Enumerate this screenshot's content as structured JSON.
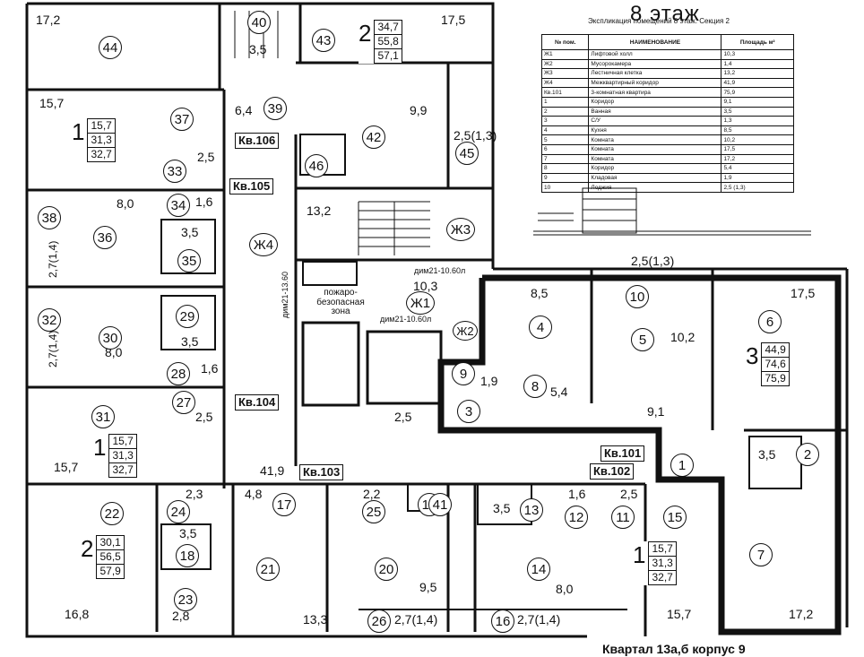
{
  "header": {
    "title": "8 этаж",
    "subtitle": "Экспликация помещений 8 этаж. Секция 2",
    "footer": "Квартал 13а,б корпус 9"
  },
  "legend": {
    "headers": [
      "№ пом.",
      "НАИМЕНОВАНИЕ",
      "Площадь м²"
    ],
    "rows": [
      [
        "Ж1",
        "Лифтовой холл",
        "10,3"
      ],
      [
        "Ж2",
        "Мусорокамера",
        "1,4"
      ],
      [
        "Ж3",
        "Лестничная клетка",
        "13,2"
      ],
      [
        "Ж4",
        "Межквартирный коридор",
        "41,9"
      ],
      [
        "Кв.101",
        "3-комнатная квартира",
        "75,9"
      ],
      [
        "1",
        "Коридор",
        "9,1"
      ],
      [
        "2",
        "Ванная",
        "3,5"
      ],
      [
        "3",
        "С/У",
        "1,3"
      ],
      [
        "4",
        "Кухня",
        "8,5"
      ],
      [
        "5",
        "Комната",
        "10,2"
      ],
      [
        "6",
        "Комната",
        "17,5"
      ],
      [
        "7",
        "Комната",
        "17,2"
      ],
      [
        "8",
        "Коридор",
        "5,4"
      ],
      [
        "9",
        "Кладовая",
        "1,9"
      ],
      [
        "10",
        "Лоджия",
        "2,5 (1,3)"
      ]
    ]
  },
  "apartments": [
    {
      "id": "apt-43",
      "rooms": "2",
      "areas": [
        "34,7",
        "55,8",
        "57,1"
      ]
    },
    {
      "id": "apt-106",
      "rooms": "1",
      "areas": [
        "15,7",
        "31,3",
        "32,7"
      ]
    },
    {
      "id": "apt-104",
      "rooms": "1",
      "areas": [
        "15,7",
        "31,3",
        "32,7"
      ]
    },
    {
      "id": "apt-101",
      "rooms": "3",
      "areas": [
        "44,9",
        "74,6",
        "75,9"
      ]
    },
    {
      "id": "apt-103",
      "rooms": "2",
      "areas": [
        "30,1",
        "56,5",
        "57,9"
      ]
    },
    {
      "id": "apt-102",
      "rooms": "1",
      "areas": [
        "15,7",
        "31,3",
        "32,7"
      ]
    }
  ],
  "flat_labels": [
    "Кв.106",
    "Кв.105",
    "Кв.104",
    "Кв.103",
    "Кв.101",
    "Кв.102"
  ],
  "corridor_labels": {
    "zh1": "Ж1",
    "zh2": "Ж2",
    "zh3": "Ж3",
    "zh4": "Ж4",
    "fire_zone": "пожаро- безопасная зона",
    "dim_a": "дим21-10.60л",
    "dim_b": "дим21-10.60л",
    "dim_vert": "дим21-13.60"
  },
  "room_numbers": [
    "1",
    "2",
    "3",
    "4",
    "5",
    "6",
    "7",
    "8",
    "9",
    "10",
    "11",
    "12",
    "13",
    "14",
    "15",
    "16",
    "17",
    "18",
    "19",
    "20",
    "21",
    "22",
    "23",
    "24",
    "25",
    "26",
    "27",
    "28",
    "29",
    "30",
    "31",
    "32",
    "33",
    "34",
    "35",
    "36",
    "37",
    "38",
    "39",
    "40",
    "41",
    "42",
    "43",
    "44",
    "45",
    "46"
  ],
  "areas": {
    "a44": "17,2",
    "a43": "17,5",
    "a40top": "3,5",
    "a39": "6,4",
    "a42": "9,9",
    "a45": "2,5(1,3)",
    "a37": "15,7",
    "a33": "2,5",
    "a34": "1,6",
    "a36": "8,0",
    "a38": "2,7(1,4)",
    "a35": "3,5",
    "zh3": "13,2",
    "zh1": "10,3",
    "top_loggia": "2,5(1,3)",
    "a4": "8,5",
    "a5": "10,2",
    "a6": "17,5",
    "a9": "1,9",
    "a8": "5,4",
    "a1": "9,1",
    "a2": "3,5",
    "a7": "17,2",
    "a30": "8,0",
    "a32": "2,7(1,4)",
    "a29": "3,5",
    "a28": "1,6",
    "a27": "2,5",
    "a31": "15,7",
    "corr": "2,5",
    "zh4": "41,9",
    "a24": "2,3",
    "a17": "4,8",
    "a25": "2,2",
    "a12": "1,6",
    "a11": "2,5",
    "a22": "16,8",
    "a18": "3,5",
    "a23": "2,8",
    "a21": "13,3",
    "a20": "9,5",
    "a26": "2,7(1,4)",
    "a13": "3,5",
    "a14": "8,0",
    "a16": "2,7(1,4)",
    "a15": "15,7"
  }
}
